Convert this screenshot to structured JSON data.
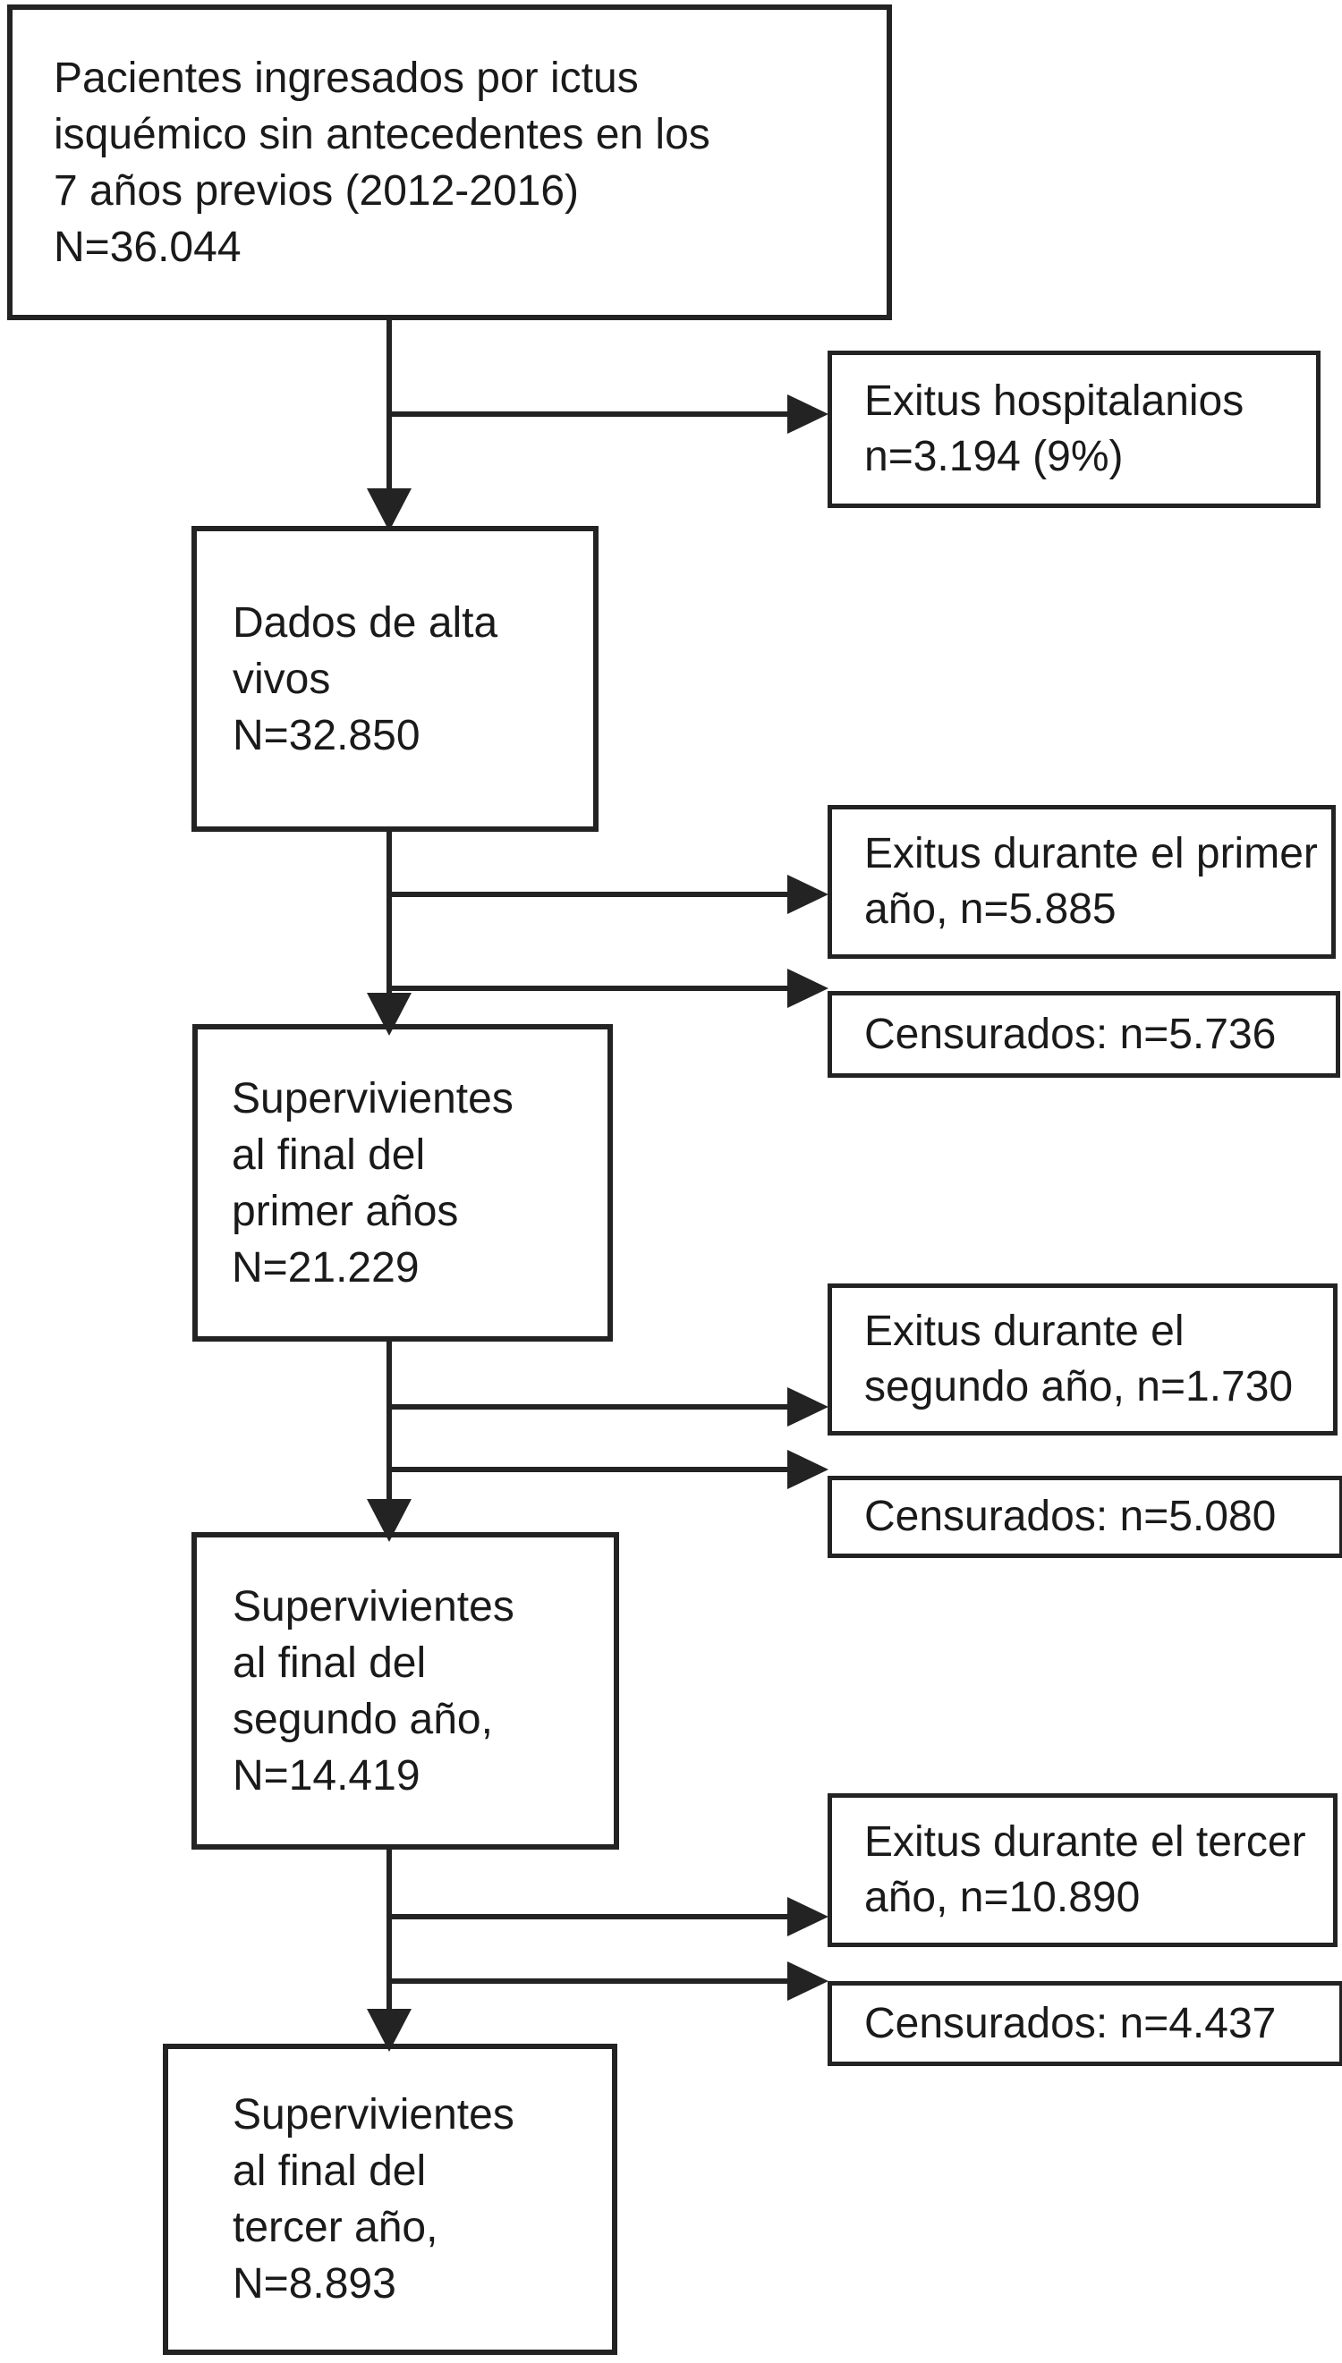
{
  "figure": {
    "type": "patient-flow-diagram",
    "language": "es",
    "colors": {
      "background": "#ffffff",
      "line": "#232323",
      "text": "#1a1a1a"
    },
    "main_boxes": {
      "initial": {
        "text": "Pacientes ingresados por ictus\nisquémico sin antecedentes en los\n7 años previos (2012-2016)\nN=36.044"
      },
      "alive_discharge": {
        "text": "Dados de alta\nvivos\nN=32.850"
      },
      "survivors_year1": {
        "text": "Supervivientes\nal final del\nprimer años\nN=21.229"
      },
      "survivors_year2": {
        "text": "Supervivientes\nal final del\nsegundo año,\nN=14.419"
      },
      "survivors_year3": {
        "text": "Supervivientes\nal final del\ntercer año,\nN=8.893"
      }
    },
    "side_boxes": {
      "exitus_hospital": {
        "text": "Exitus hospitalanios\nn=3.194 (9%)"
      },
      "exitus_year1": {
        "text": "Exitus durante el primer\naño, n=5.885"
      },
      "censored_year1": {
        "text": "Censurados: n=5.736"
      },
      "exitus_year2": {
        "text": "Exitus durante el\nsegundo año, n=1.730"
      },
      "censored_year2": {
        "text": "Censurados: n=5.080"
      },
      "exitus_year3": {
        "text": "Exitus durante el tercer\naño, n=10.890"
      },
      "censored_year3": {
        "text": "Censurados: n=4.437"
      }
    }
  }
}
